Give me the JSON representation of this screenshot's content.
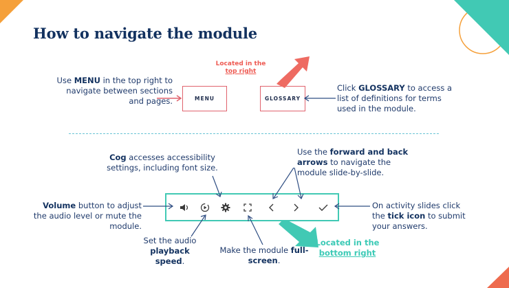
{
  "title": "How to navigate the module",
  "menu_button": "MENU",
  "glossary_button": "GLOSSARY",
  "top_right_note": [
    "Located in the",
    "top right"
  ],
  "bottom_right_note": [
    "Located in the",
    "bottom right"
  ],
  "menu_desc": {
    "pre": "Use ",
    "bold": "MENU",
    "post": " in the top right to navigate between sections and pages."
  },
  "glossary_desc": {
    "pre": "Click ",
    "bold": "GLOSSARY",
    "post": " to access a list of definitions for terms used in the module."
  },
  "cog_desc": {
    "bold": "Cog",
    "post": " accesses accessibility settings, including font size."
  },
  "arrows_desc": {
    "pre": "Use the ",
    "bold": "forward and back arrows",
    "post": " to navigate the module slide-by-slide."
  },
  "volume_desc": {
    "bold": "Volume",
    "post": " button to adjust the audio level or mute the module."
  },
  "tick_desc": {
    "pre": "On activity slides click the ",
    "bold": "tick icon",
    "post": " to submit your answers."
  },
  "speed_desc": {
    "pre": "Set the audio ",
    "bold": "playback speed",
    "post": "."
  },
  "fullscreen_desc": {
    "pre": "Make the module ",
    "bold": "full-screen",
    "post": "."
  },
  "toolbar_icons": [
    "volume-icon",
    "playback-speed-icon",
    "cog-icon",
    "fullscreen-icon",
    "back-arrow-icon",
    "forward-arrow-icon",
    "tick-icon"
  ],
  "colors": {
    "title": "#12315f",
    "text": "#1f3a6b",
    "red": "#ee5a52",
    "teal": "#41c9b4",
    "orange": "#f5a03a",
    "dashed": "#68c3d4"
  }
}
